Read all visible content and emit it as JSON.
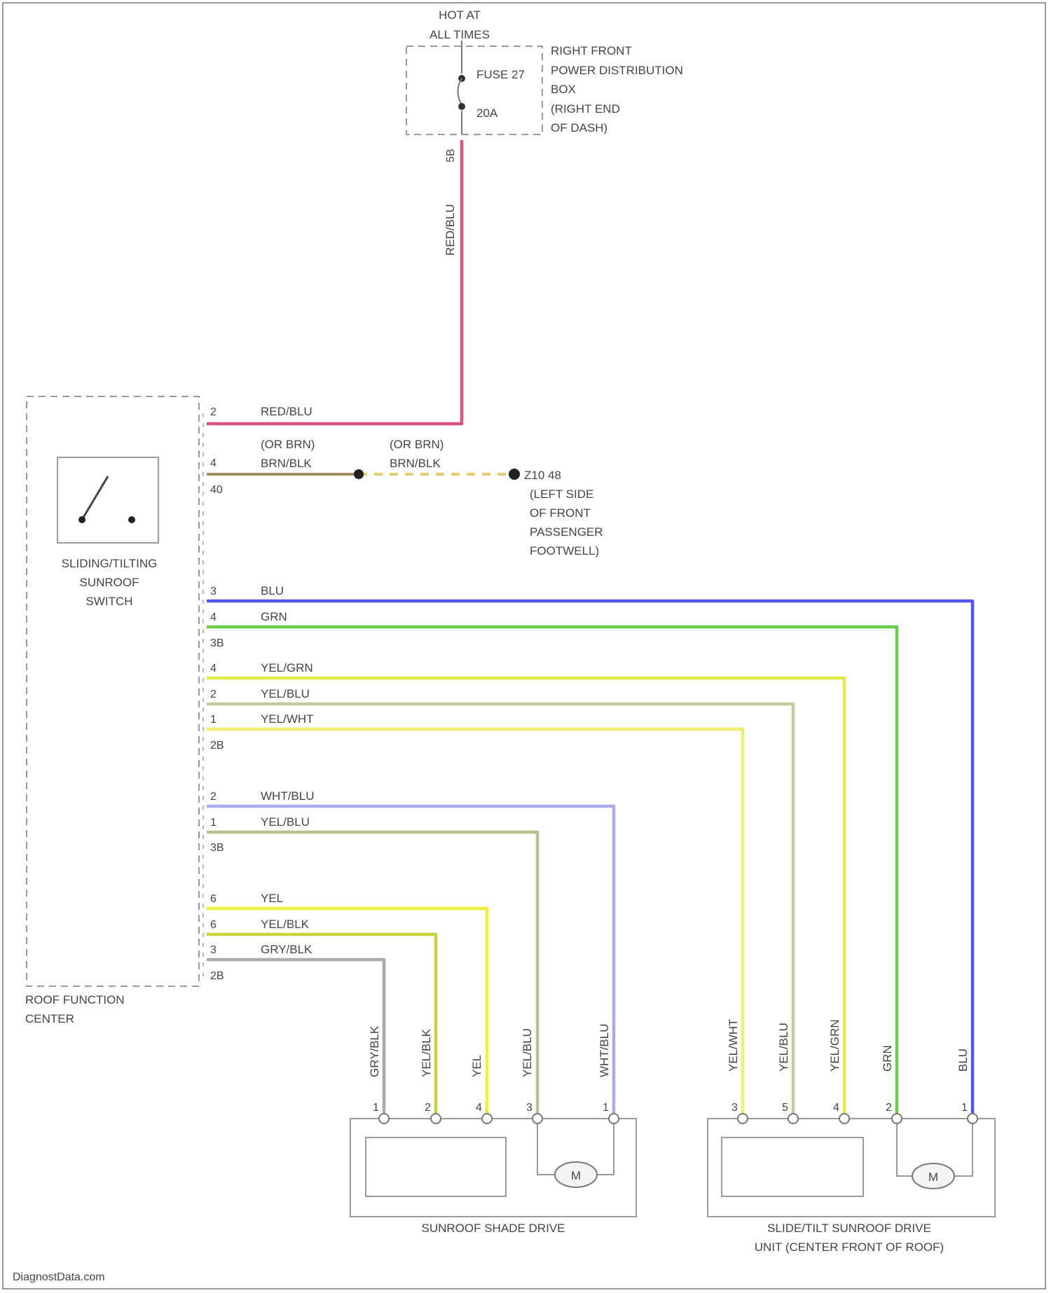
{
  "top_source": {
    "line1": "HOT AT",
    "line2": "ALL TIMES"
  },
  "fuse": {
    "name": "FUSE 27",
    "rating": "20A"
  },
  "power_box": [
    "RIGHT FRONT",
    "POWER DISTRIBUTION",
    "BOX",
    "(RIGHT END",
    "OF DASH)"
  ],
  "fuse_conn": "5B",
  "ground": {
    "id": "Z10 48",
    "lines": [
      "(LEFT SIDE",
      "OF FRONT",
      "PASSENGER",
      "FOOTWELL)"
    ]
  },
  "switch_label": [
    "SLIDING/TILTING",
    "SUNROOF",
    "SWITCH"
  ],
  "rfc_label": [
    "ROOF FUNCTION",
    "CENTER"
  ],
  "connectors": {
    "c1": "40",
    "c2": "3B",
    "c3": "2B",
    "c4": "3B",
    "c5": "2B"
  },
  "wires": {
    "red_blu": {
      "pin": "2",
      "label": "RED/BLU",
      "color": "#e0507e"
    },
    "grd_pin": "4",
    "grd_label1": "(OR BRN)",
    "grd_label2": "BRN/BLK",
    "grd_label1b": "(OR BRN)",
    "grd_label2b": "BRN/BLK",
    "blu": {
      "pin": "3",
      "label": "BLU",
      "color": "#4f55ee"
    },
    "grn": {
      "pin": "4",
      "label": "GRN",
      "color": "#68cc48"
    },
    "yel_grn": {
      "pin": "4",
      "label": "YEL/GRN",
      "color": "#e4ea44"
    },
    "yel_blu": {
      "pin": "2",
      "label": "YEL/BLU",
      "color": "#c4c89c"
    },
    "yel_wht": {
      "pin": "1",
      "label": "YEL/WHT",
      "color": "#eeee6c"
    },
    "wht_blu": {
      "pin": "2",
      "label": "WHT/BLU",
      "color": "#aaaaee"
    },
    "yel_blu2": {
      "pin": "1",
      "label": "YEL/BLU",
      "color": "#b8c490"
    },
    "yel": {
      "pin": "6",
      "label": "YEL",
      "color": "#eeee33"
    },
    "yel_blk": {
      "pin": "6",
      "label": "YEL/BLK",
      "color": "#c6d43a"
    },
    "gry_blk": {
      "pin": "3",
      "label": "GRY/BLK",
      "color": "#aaaaaa"
    }
  },
  "shade_drive": {
    "label": "SUNROOF SHADE DRIVE",
    "pins": [
      "1",
      "2",
      "4",
      "3",
      "1"
    ],
    "wire_labels": [
      "GRY/BLK",
      "YEL/BLK",
      "YEL",
      "YEL/BLU",
      "WHT/BLU"
    ]
  },
  "slide_drive": {
    "label1": "SLIDE/TILT SUNROOF DRIVE",
    "label2": "UNIT (CENTER FRONT OF ROOF)",
    "pins": [
      "3",
      "5",
      "4",
      "2",
      "1"
    ],
    "wire_labels": [
      "YEL/WHT",
      "YEL/BLU",
      "YEL/GRN",
      "GRN",
      "BLU"
    ]
  },
  "motor_symbol": "M",
  "footer": "DiagnostData.com"
}
